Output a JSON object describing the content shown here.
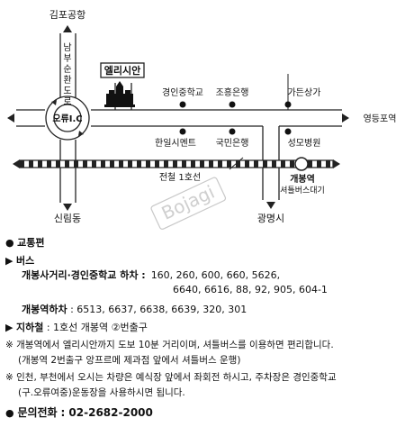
{
  "map": {
    "labels": {
      "gimpo_airport": "김포공항",
      "nambusunhwan_road": "남부순환도로",
      "ellysian": "엘리시안",
      "oryu_ic": "오류I.C",
      "gyeongin_mid_school": "경인중학교",
      "choheung_bank": "조흥은행",
      "gadeun_sangga": "가든상가",
      "yeongdeungpo": "영등포역",
      "hanil_cement": "한일시멘트",
      "kookmin_bank": "국민은행",
      "seongmo_hospital": "성모병원",
      "line1": "전철 1호선",
      "gaebong_station": "개봉역",
      "shuttle_stop": "셔틀버스대기",
      "sillim": "신림동",
      "gwangmyeong": "광명시",
      "watermark": "Bojagi"
    }
  },
  "info": {
    "transport_title": "교통편",
    "bus_title": "버스",
    "bus_stop_1_label": "개봉사거리·경인중학교 하차 :",
    "bus_stop_1_routes_a": "160, 260, 600, 660, 5626,",
    "bus_stop_1_routes_b": "6640, 6616, 88, 92, 905, 604-1",
    "bus_stop_2_label": "개봉역하차",
    "bus_stop_2_routes": ": 6513, 6637, 6638, 6639, 320, 301",
    "subway_label": "지하철",
    "subway_text": ": 1호선 개봉역 ②번출구",
    "note1_line1": "※ 개봉역에서 엘리시안까지 도보 10분 거리이며, 셔틀버스를 이용하면 편리합니다.",
    "note1_line2": "(개봉역 2번출구 앙프르메 제과점 앞에서 셔틀버스 운행)",
    "note2_line1": "※ 인천, 부천에서 오시는 차량은 예식장 앞에서 좌회전 하시고, 주차장은 경인중학교",
    "note2_line2": "(구.오류여중)운동장을 사용하시면 됩니다.",
    "phone_label": "문의전화",
    "phone_number": ": 02-2682-2000"
  }
}
